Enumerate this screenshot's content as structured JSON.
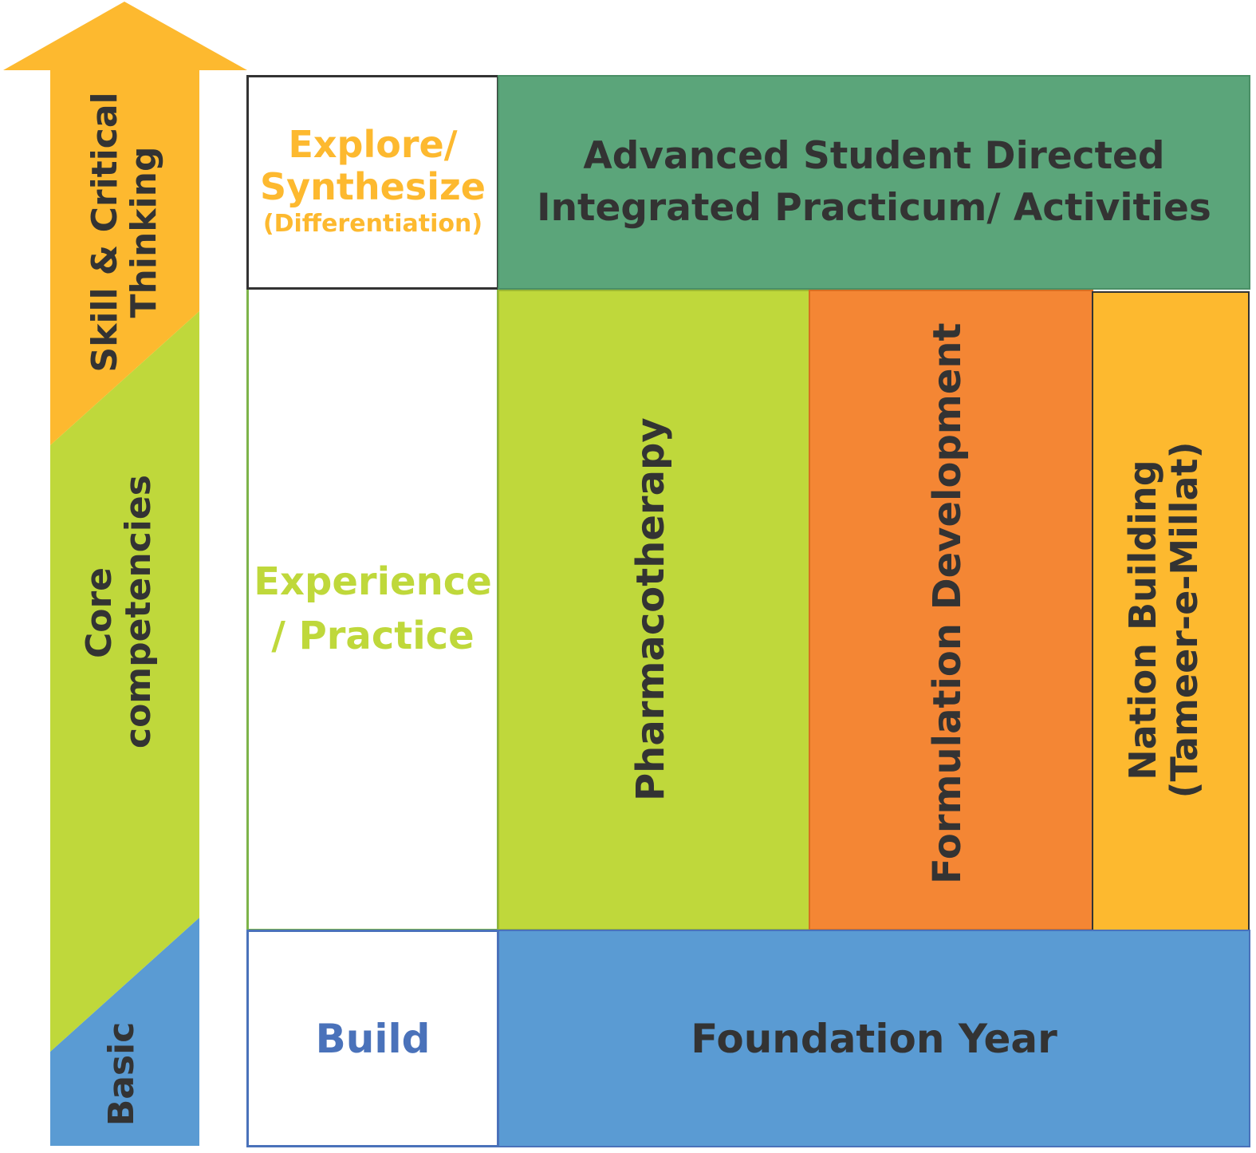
{
  "arrow": {
    "levels": [
      {
        "id": "skill",
        "lines": [
          "Skill & Critical",
          "Thinking"
        ]
      },
      {
        "id": "core",
        "lines": [
          "Core",
          "competencies"
        ]
      },
      {
        "id": "basic",
        "lines": [
          "Basic"
        ]
      }
    ]
  },
  "stages": {
    "explore": {
      "line1": "Explore/",
      "line2": "Synthesize",
      "line3": "(Differentiation)"
    },
    "experience": {
      "line1": "Experience",
      "line2": "/ Practice"
    },
    "build": {
      "label": "Build"
    }
  },
  "blocks": {
    "advanced": {
      "line1": "Advanced Student Directed",
      "line2": "Integrated Practicum/ Activities"
    },
    "pharmacotherapy": {
      "label": "Pharmacotherapy"
    },
    "formulation": {
      "label": "Formulation Development"
    },
    "nation": {
      "line1": "Nation Building",
      "line2": "(Tameer-e-Millat)"
    },
    "foundation": {
      "label": "Foundation Year"
    }
  },
  "colors": {
    "yellow": "#FDB92F",
    "lime": "#BFD83B",
    "blue": "#5A9BD3",
    "green": "#5BA57A",
    "orange": "#F48634",
    "text_dark": "#333333",
    "build_text": "#4A72BA"
  }
}
